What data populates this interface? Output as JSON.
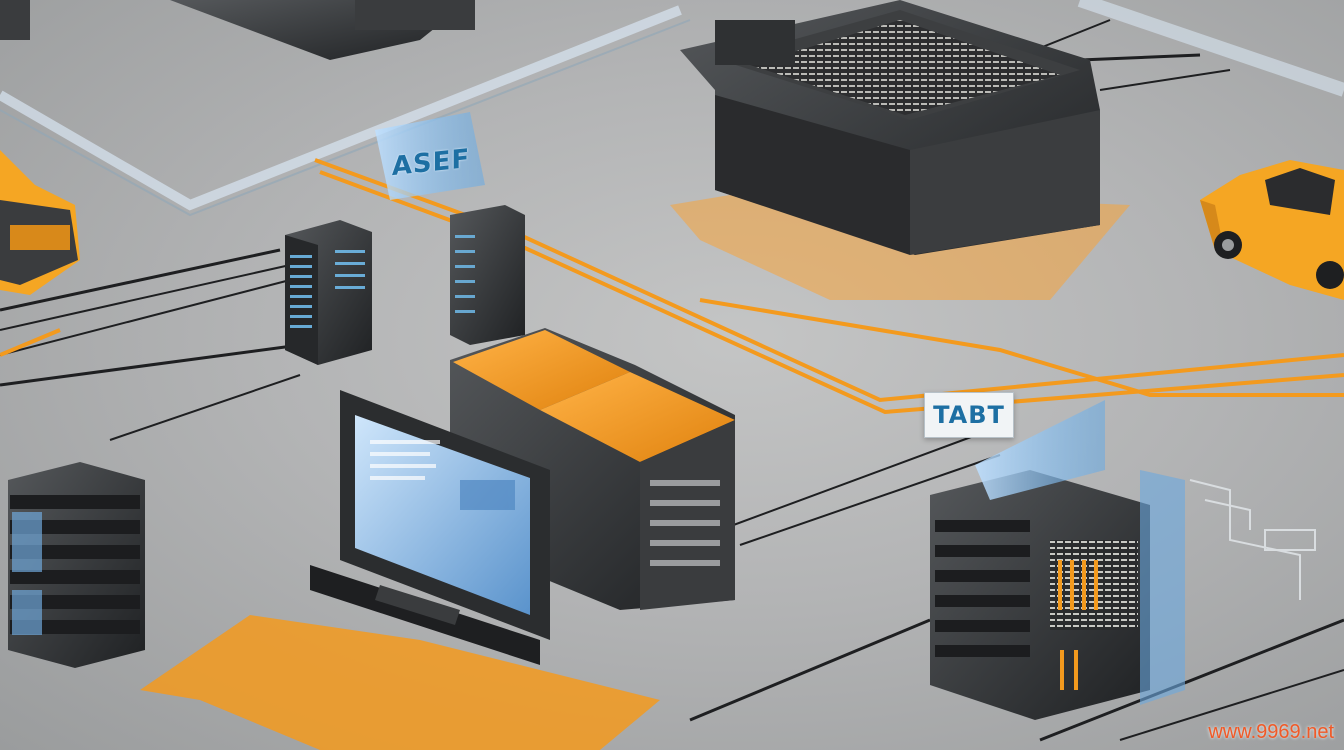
{
  "scene": {
    "description_free": true,
    "signs": {
      "upper_left_label": "ASEF",
      "center_right_label": "TABT"
    },
    "watermark": "www.9969.net"
  },
  "colors": {
    "floor": "#b3b4b5",
    "accent_orange": "#f39a1e",
    "device_dark": "#2f3133",
    "screen_blue": "#6fa6d9"
  }
}
